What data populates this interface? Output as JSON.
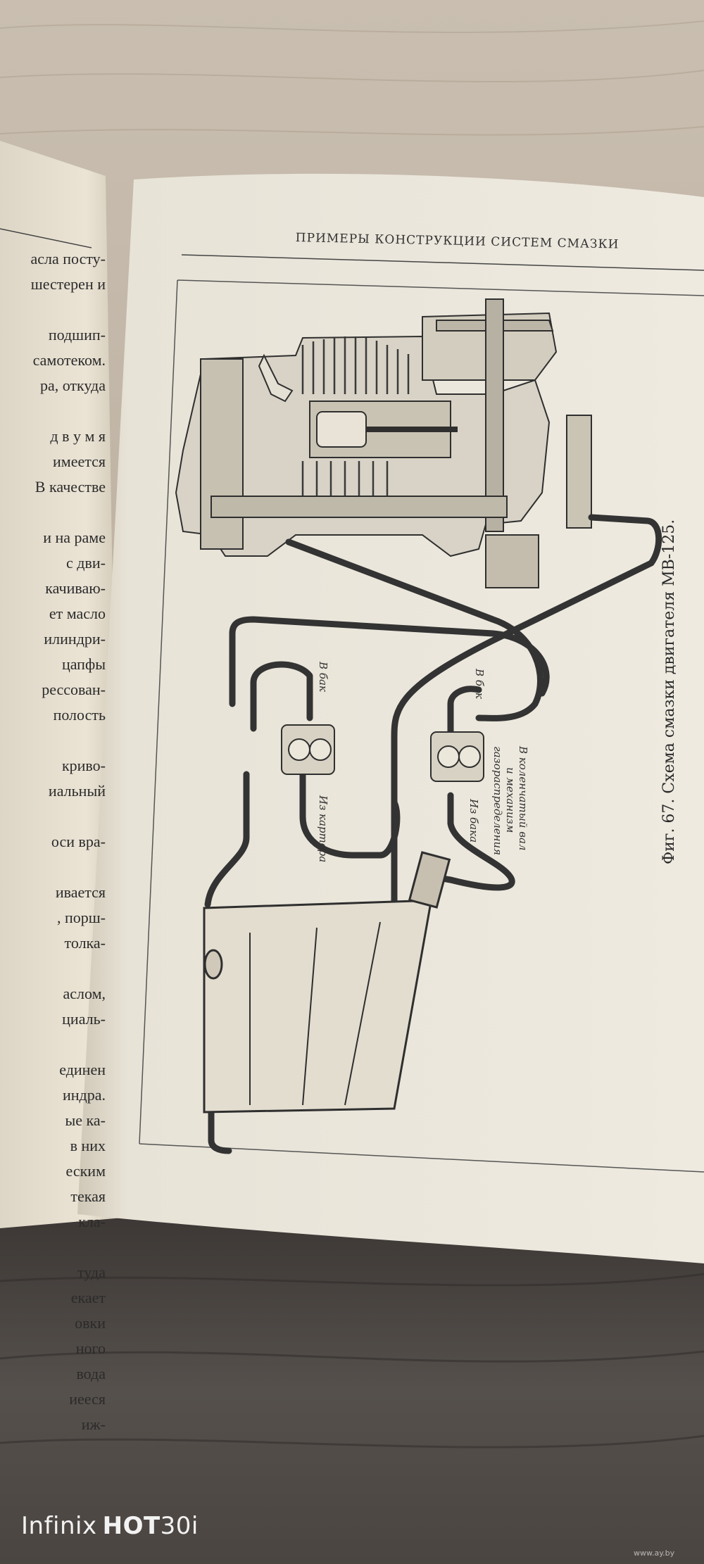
{
  "left_page": {
    "lines": [
      "асла посту-",
      "шестерен и",
      "",
      "подшип-",
      "самотеком.",
      "ра, откуда",
      "",
      "д в у м я",
      "имеется",
      "В качестве",
      "",
      "и на раме",
      "с дви-",
      "качиваю-",
      "ет масло",
      "илиндри-",
      "цапфы",
      "рессован-",
      "полость",
      "",
      "криво-",
      "иальный",
      "",
      "оси вра-",
      "",
      "ивается",
      ", порш-",
      "толка-",
      "",
      "аслом,",
      "циаль-",
      "",
      "единен",
      "индра.",
      "ые ка-",
      "в них",
      "еским",
      "текая",
      "кла-",
      "",
      "туда",
      "екает",
      "овки",
      "ного",
      "вода",
      "иееся",
      "иж-"
    ]
  },
  "right_page": {
    "running_head": "ПРИМЕРЫ КОНСТРУКЦИИ СИСТЕМ СМАЗКИ",
    "caption": "Фиг. 67. Схема смазки двигателя МВ-125.",
    "labels": {
      "to_tank_1": "В бак",
      "to_tank_2": "В бак",
      "from_crankcase": "Из картера",
      "from_tank": "Из бака",
      "crankshaft_1": "В коленчатый вал",
      "crankshaft_2": "и механизм",
      "crankshaft_3": "газораспределения"
    }
  },
  "watermark": {
    "brand": "Infinix",
    "model": "HOT",
    "number": "30i",
    "site": "www.ay.by"
  },
  "colors": {
    "wood_top": "#b9ad9f",
    "wood_bottom": "#4a4440",
    "page_left": "#e8e1d3",
    "page_right": "#ebe6da",
    "ink": "#2a2a2a"
  }
}
